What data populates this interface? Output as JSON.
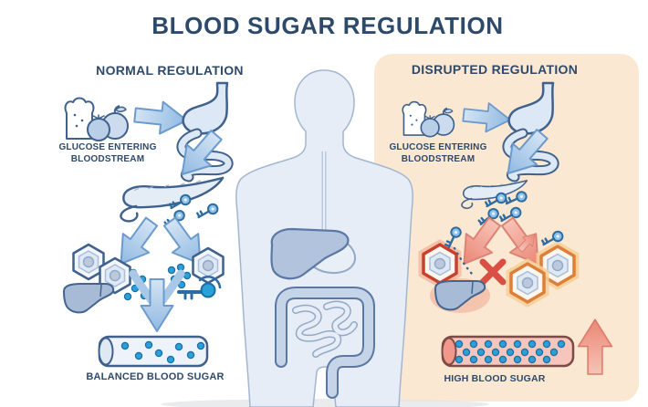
{
  "title": "BLOOD SUGAR REGULATION",
  "sections": {
    "left": {
      "heading": "NORMAL REGULATION",
      "glucose_label_line1": "GLUCOSE ENTERING",
      "glucose_label_line2": "BLOODSTREAM",
      "result_label": "BALANCED BLOOD SUGAR"
    },
    "right": {
      "heading": "DISRUPTED REGULATION",
      "glucose_label_line1": "GLUCOSE ENTERING",
      "glucose_label_line2": "BLOODSTREAM",
      "result_label": "HIGH BLOOD SUGAR"
    }
  },
  "icons": {
    "left": [
      "food-icon",
      "flow-arrow",
      "stomach-intestines-icon",
      "pancreas-icon",
      "insulin-key-icon",
      "cell-icon",
      "glucose-dot",
      "insulin-receptor-icon",
      "liver-icon",
      "blood-vessel-icon"
    ],
    "center": [
      "human-body-figure",
      "liver-icon",
      "stomach-icon",
      "intestines-icon"
    ],
    "right": [
      "food-icon",
      "flow-arrow",
      "stomach-intestines-icon",
      "pancreas-icon",
      "insulin-key-icon",
      "blocked-x-icon",
      "resistant-cell-icon",
      "rejected-insulin-key-icon",
      "liver-icon",
      "blood-vessel-icon",
      "rise-arrow-icon"
    ]
  },
  "colors": {
    "title_text": "#2e4a6b",
    "outline": "#3f618c",
    "arrow_blue": "#9fc2e6",
    "arrow_red": "#f0a294",
    "panel_background": "#fbe8d2",
    "alert_red": "#d94f43",
    "glucose_dot": "#29a0d8",
    "body_fill": "#e6edf6",
    "vessel_pink": "#f6c5bb",
    "background": "#ffffff"
  }
}
